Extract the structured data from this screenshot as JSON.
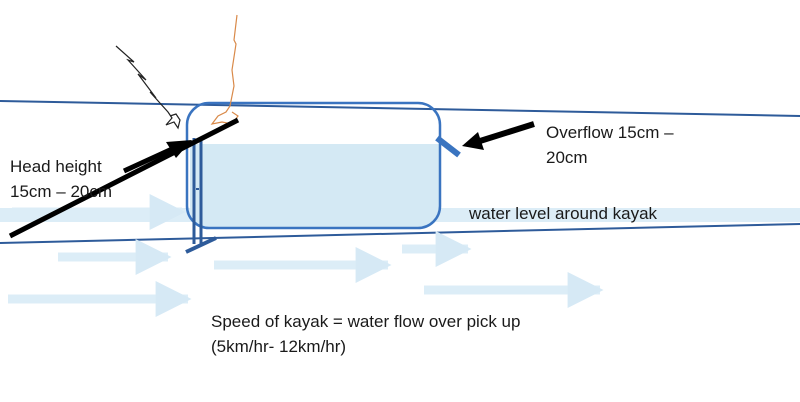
{
  "labels": {
    "head_height_line1": "Head height",
    "head_height_line2": "15cm – 20cm",
    "overflow_line1": "Overflow 15cm –",
    "overflow_line2": "20cm",
    "water_level": "water level around kayak",
    "speed_line1": "Speed of kayak = water flow over pick up",
    "speed_line2": "(5km/hr- 12km/hr)"
  },
  "colors": {
    "hull_line": "#2e5b9a",
    "tank_outline": "#3a74c0",
    "water_fill": "#d4e9f4",
    "flow_arrow": "#dcedf7",
    "pointer_arrow": "#000000",
    "sketch_orange": "#d98a4a",
    "sketch_black": "#222222"
  }
}
